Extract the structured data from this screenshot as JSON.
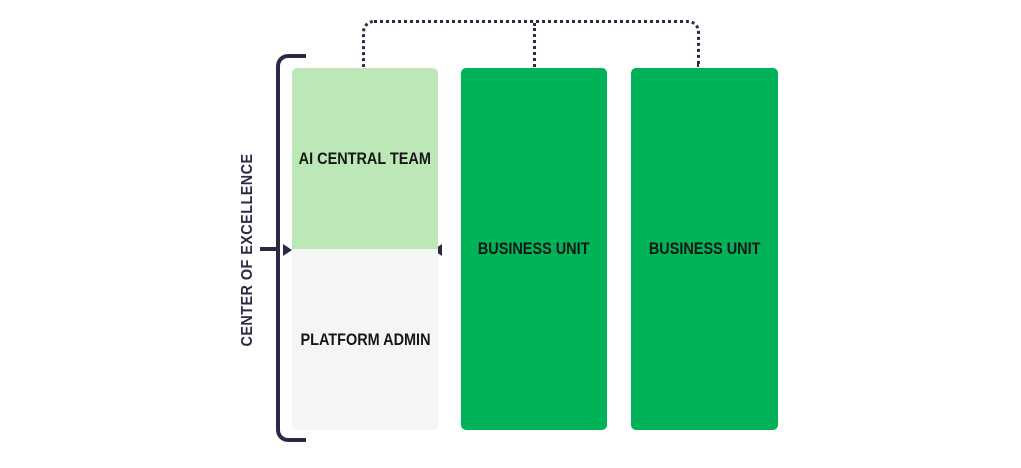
{
  "coe": {
    "label": "CENTER OF EXCELLENCE"
  },
  "org": {
    "coe_column": {
      "sections": [
        {
          "label": "AI CENTRAL TEAM",
          "color": "#BCE7B6"
        },
        {
          "label": "PLATFORM ADMIN",
          "color": "#F5F5F5"
        }
      ]
    },
    "business_units": [
      {
        "label": "BUSINESS UNIT",
        "color": "#00B258"
      },
      {
        "label": "BUSINESS UNIT",
        "color": "#00B258"
      }
    ]
  },
  "connector": {
    "style": "dotted",
    "color": "#2D2945",
    "links": "top of all three columns"
  },
  "colors": {
    "navy": "#2D2945",
    "green": "#00B258",
    "light_green": "#BCE7B6",
    "light_gray": "#F5F5F5",
    "text_dark": "#161616",
    "background": "#FFFFFF"
  }
}
